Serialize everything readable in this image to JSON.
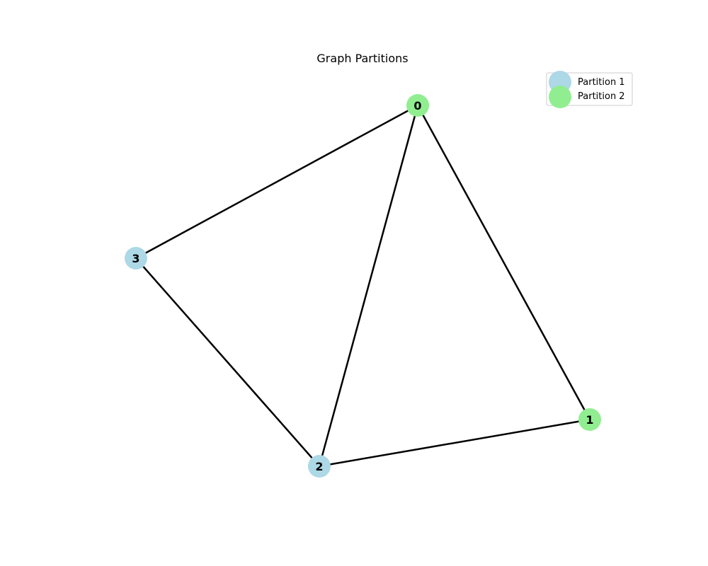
{
  "title": "Graph Partitions",
  "legend": {
    "placement": "top-right",
    "entries": [
      {
        "label": "Partition 1",
        "color": "#add8e6"
      },
      {
        "label": "Partition 2",
        "color": "#90ee90"
      }
    ]
  },
  "graph": {
    "nodes": [
      {
        "id": "0",
        "partition": 2
      },
      {
        "id": "1",
        "partition": 2
      },
      {
        "id": "2",
        "partition": 1
      },
      {
        "id": "3",
        "partition": 1
      }
    ],
    "edges": [
      [
        "0",
        "3"
      ],
      [
        "0",
        "2"
      ],
      [
        "0",
        "1"
      ],
      [
        "3",
        "2"
      ],
      [
        "2",
        "1"
      ]
    ]
  }
}
